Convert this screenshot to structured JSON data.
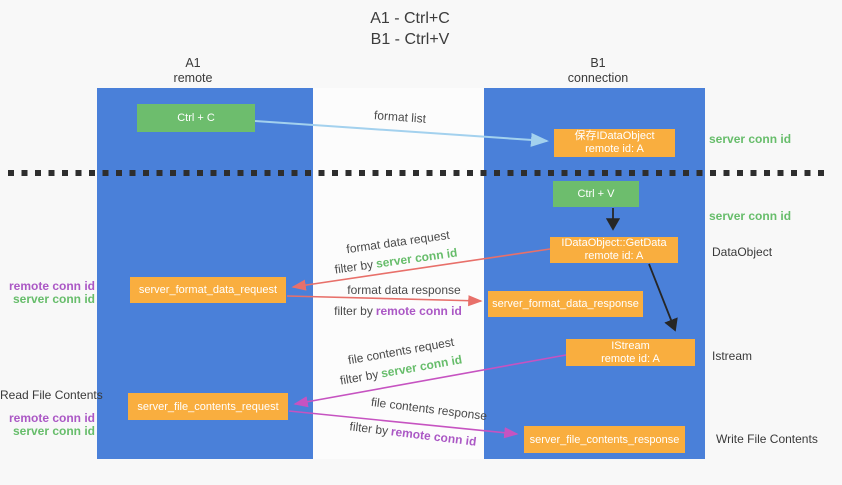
{
  "title": {
    "line1": "A1 - Ctrl+C",
    "line2": "B1 - Ctrl+V"
  },
  "lifelines": {
    "left": {
      "name": "A1",
      "role": "remote"
    },
    "right": {
      "name": "B1",
      "role": "connection"
    }
  },
  "nodes": {
    "ctrl_c": {
      "label": "Ctrl + C"
    },
    "save_dataobject": {
      "line1": "保存IDataObject",
      "line2": "remote id: A"
    },
    "ctrl_v": {
      "label": "Ctrl + V"
    },
    "getdata": {
      "line1": "IDataObject::GetData",
      "line2": "remote id: A"
    },
    "server_format_data_request": {
      "label": "server_format_data_request"
    },
    "server_format_data_response": {
      "label": "server_format_data_response"
    },
    "istream": {
      "line1": "IStream",
      "line2": "remote id: A"
    },
    "server_file_contents_request": {
      "label": "server_file_contents_request"
    },
    "server_file_contents_response": {
      "label": "server_file_contents_response"
    }
  },
  "edges": {
    "format_list": {
      "label": "format list"
    },
    "format_data_request": {
      "label": "format data request",
      "filter_prefix": "filter by",
      "filter_key": "server conn id"
    },
    "format_data_response": {
      "label": "format data response",
      "filter_prefix": "filter by",
      "filter_key": "remote conn id"
    },
    "file_contents_request": {
      "label": "file contents request",
      "filter_prefix": "filter by",
      "filter_key": "server conn id"
    },
    "file_contents_response": {
      "label": "file contents response",
      "filter_prefix": "filter by",
      "filter_key": "remote conn id"
    }
  },
  "annotations": {
    "left_top": {
      "remote": "remote conn id",
      "server": "server conn id"
    },
    "left_bottom": {
      "title": "Read File Contents",
      "remote": "remote conn id",
      "server": "server conn id"
    },
    "right": {
      "server_conn_id_1": "server conn id",
      "server_conn_id_2": "server conn id",
      "dataobject": "DataObject",
      "istream": "Istream",
      "write_file_contents": "Write File Contents"
    }
  },
  "colors": {
    "background": "#f8f8f8",
    "lifeline_blue": "#4a80d9",
    "node_green": "#6dbd6d",
    "node_orange": "#f9ae3f",
    "arrow_blue": "#a3d1ee",
    "arrow_red": "#e8706a",
    "arrow_magenta": "#c653c1",
    "arrow_black": "#262626",
    "conn_id_green": "#67bd6b",
    "conn_id_purple": "#ab58c5",
    "text_dark": "#3c3c3c"
  }
}
